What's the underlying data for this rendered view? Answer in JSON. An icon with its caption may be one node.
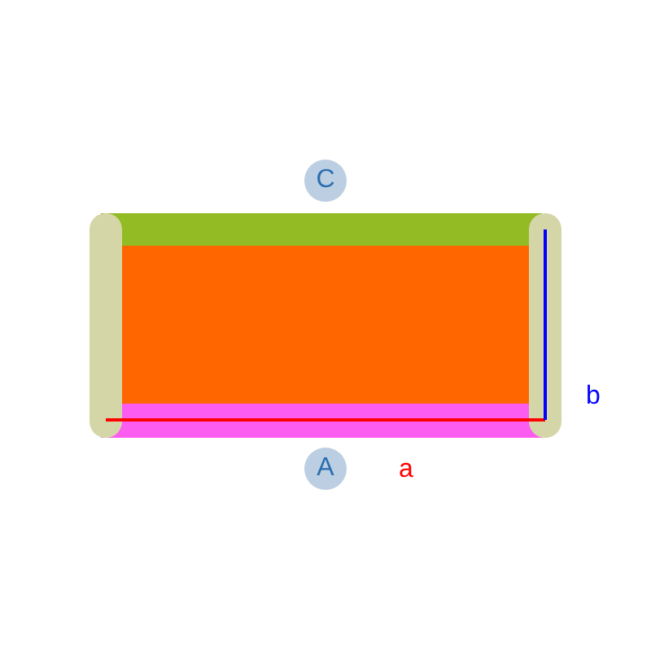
{
  "diagram": {
    "nodes": [
      {
        "text": [
          "C"
        ]
      },
      {
        "text": [
          "A"
        ]
      }
    ],
    "labels": [
      "b",
      "a"
    ]
  }
}
